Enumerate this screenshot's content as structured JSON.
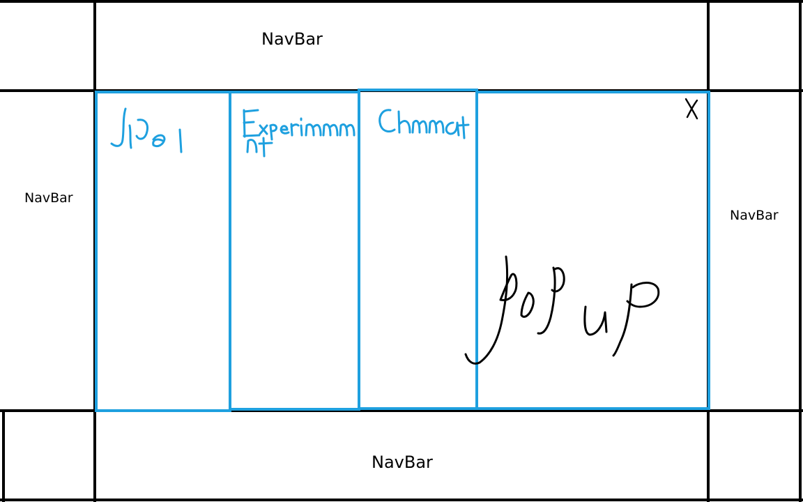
{
  "navbars": {
    "top": "NavBar",
    "left": "NavBar",
    "right": "NavBar",
    "bottom": "NavBar"
  },
  "panels": [
    {
      "label": "Spel"
    },
    {
      "label": "Experiment"
    },
    {
      "label": "Chat"
    }
  ],
  "popup": {
    "label": "popup",
    "close_label": "X"
  },
  "colors": {
    "panel_border": "#1ea0df",
    "grid_lines": "#000000",
    "ink_black": "#000000"
  }
}
